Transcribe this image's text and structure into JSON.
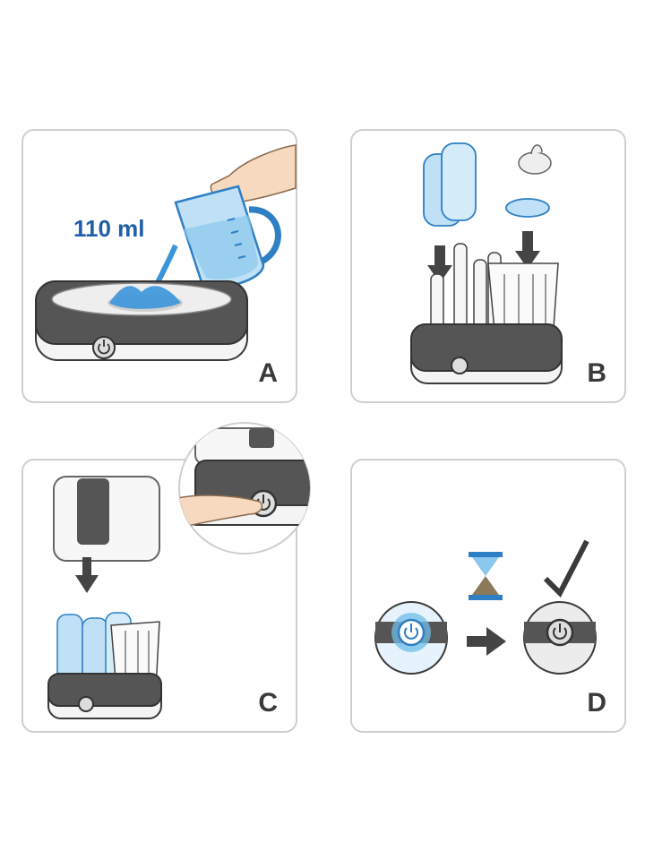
{
  "panels": {
    "a": {
      "letter": "A",
      "volume": "110 ml"
    },
    "b": {
      "letter": "B"
    },
    "c": {
      "letter": "C"
    },
    "d": {
      "letter": "D"
    }
  },
  "colors": {
    "water_blue": "#3b95d9",
    "light_blue": "#bfe0f6",
    "device_dark": "#555555",
    "outline": "#3a3a3a",
    "panel_border": "#cfcfcf"
  },
  "icons": [
    "hand-icon",
    "measuring-jug-icon",
    "power-button-icon",
    "down-arrow-icon",
    "hourglass-icon",
    "right-arrow-icon",
    "checkmark-icon"
  ]
}
